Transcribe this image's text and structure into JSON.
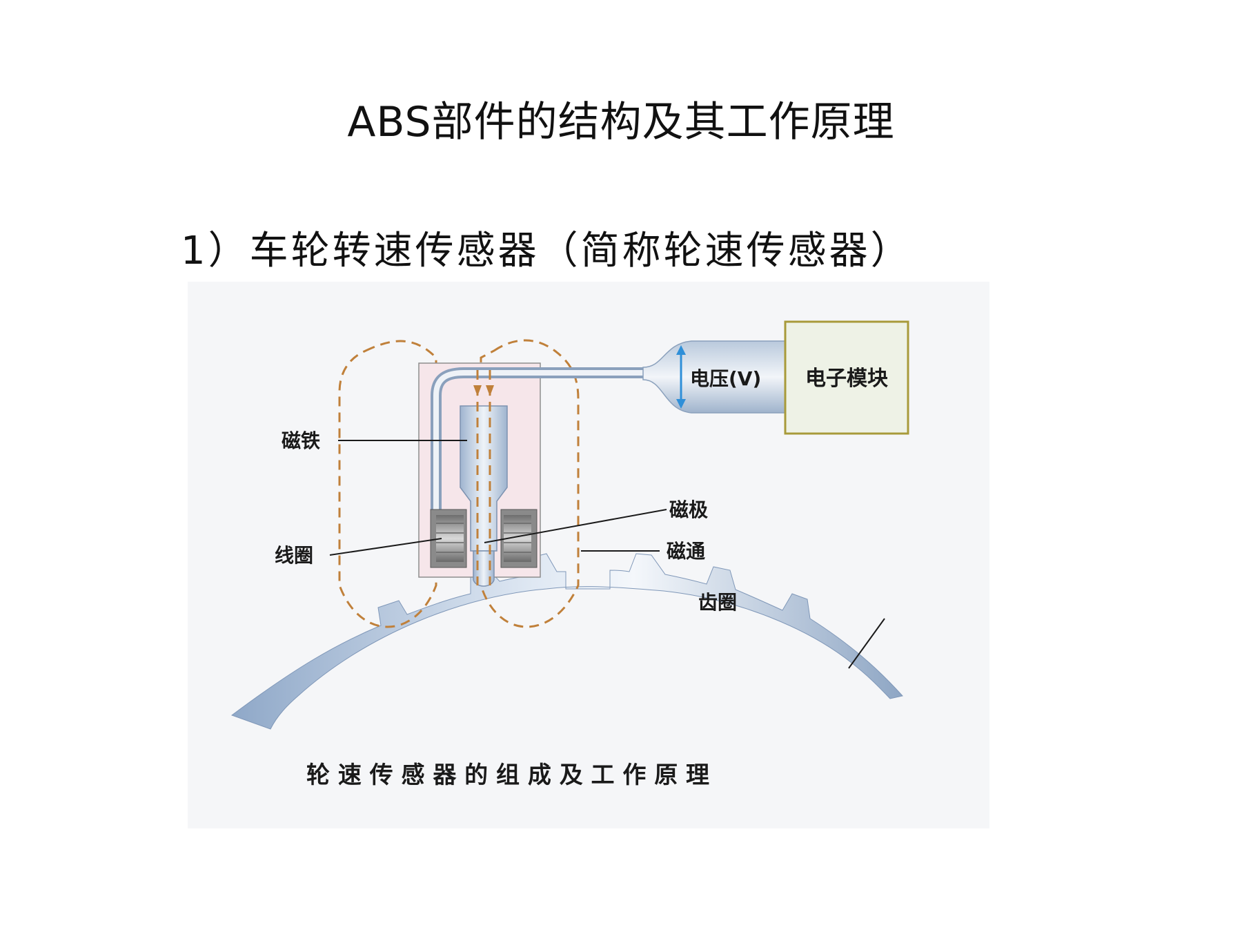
{
  "slide": {
    "title": "ABS部件的结构及其工作原理",
    "section_heading": "1）车轮转速传感器（简称轮速传感器）"
  },
  "diagram": {
    "labels": {
      "magnet": "磁铁",
      "coil": "线圈",
      "pole": "磁极",
      "flux": "磁通",
      "gear_ring": "齿圈",
      "voltage": "电压(V)",
      "module": "电子模块"
    },
    "caption": "轮 速 传 感 器 的 组 成 及 工 作 原 理",
    "colors": {
      "panel": "#f5f6f8",
      "metal": "#a9bdd6",
      "flux": "#c0803a",
      "arrow": "#2f8fd8",
      "module_border": "#a89a3a",
      "module_fill": "#eef2e6",
      "housing": "#f6e6ea"
    }
  }
}
